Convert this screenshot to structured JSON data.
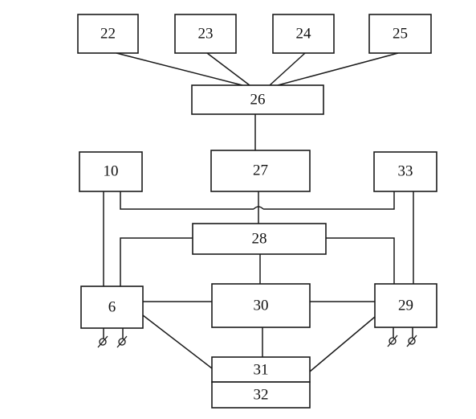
{
  "diagram": {
    "blocks": {
      "b22": "22",
      "b23": "23",
      "b24": "24",
      "b25": "25",
      "b26": "26",
      "b27": "27",
      "b10": "10",
      "b33": "33",
      "b28": "28",
      "b6": "6",
      "b30": "30",
      "b29": "29",
      "b31": "31",
      "b32": "32"
    }
  }
}
